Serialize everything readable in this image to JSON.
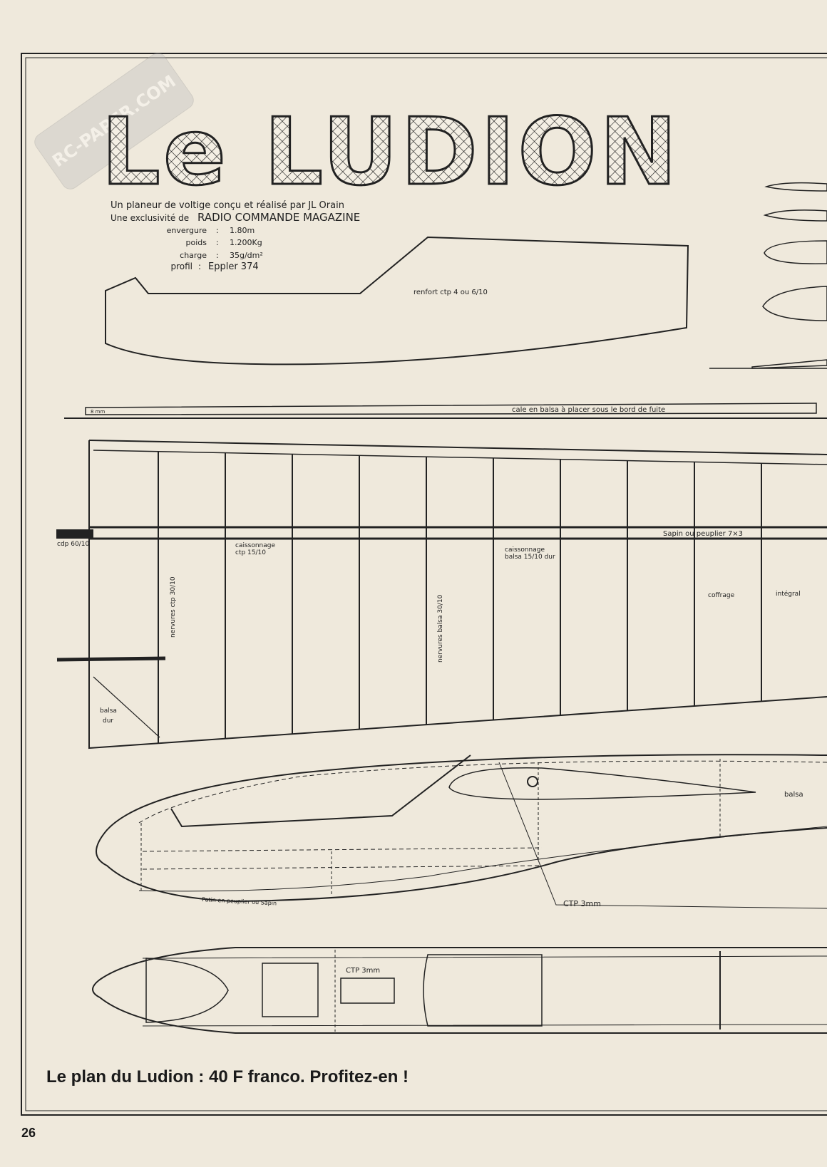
{
  "watermark": "RC-PAPER.COM",
  "title": "Le LUDION",
  "subtitle": {
    "line1": "Un planeur de voltige conçu et réalisé par JL Orain",
    "line2_prefix": "Une exclusivité de",
    "line2_brand": "RADIO COMMANDE MAGAZINE"
  },
  "specs": [
    {
      "label": "envergure",
      "value": "1.80m"
    },
    {
      "label": "poids",
      "value": "1.200Kg"
    },
    {
      "label": "charge",
      "value": "35g/dm²"
    },
    {
      "label": "profil",
      "value": "Eppler 374"
    }
  ],
  "labels": {
    "renfort": "renfort ctp 4 ou 6/10",
    "cale_size": "8 mm",
    "cale": "cale en balsa à placer sous le bord de fuite",
    "cdp": "cdp 60/10",
    "caisson_ctp": [
      "caissonnage",
      "ctp 15/10"
    ],
    "caisson_balsa": [
      "caissonnage",
      "balsa 15/10 dur"
    ],
    "longeron": "Sapin ou peuplier 7×3",
    "nerv_ctp": "nervures ctp 30/10",
    "nerv_balsa": "nervures balsa 30/10",
    "coffrage": "coffrage",
    "integral": "intégral",
    "balsa_dur": [
      "balsa",
      "dur"
    ],
    "balsa": "balsa",
    "patin": "Patin en peuplier ou Sapin",
    "ctp3_side": "CTP 3mm",
    "ctp3_top": "CTP 3mm"
  },
  "caption": "Le plan du Ludion : 40 F franco. Profitez-en !",
  "page_number": "26"
}
